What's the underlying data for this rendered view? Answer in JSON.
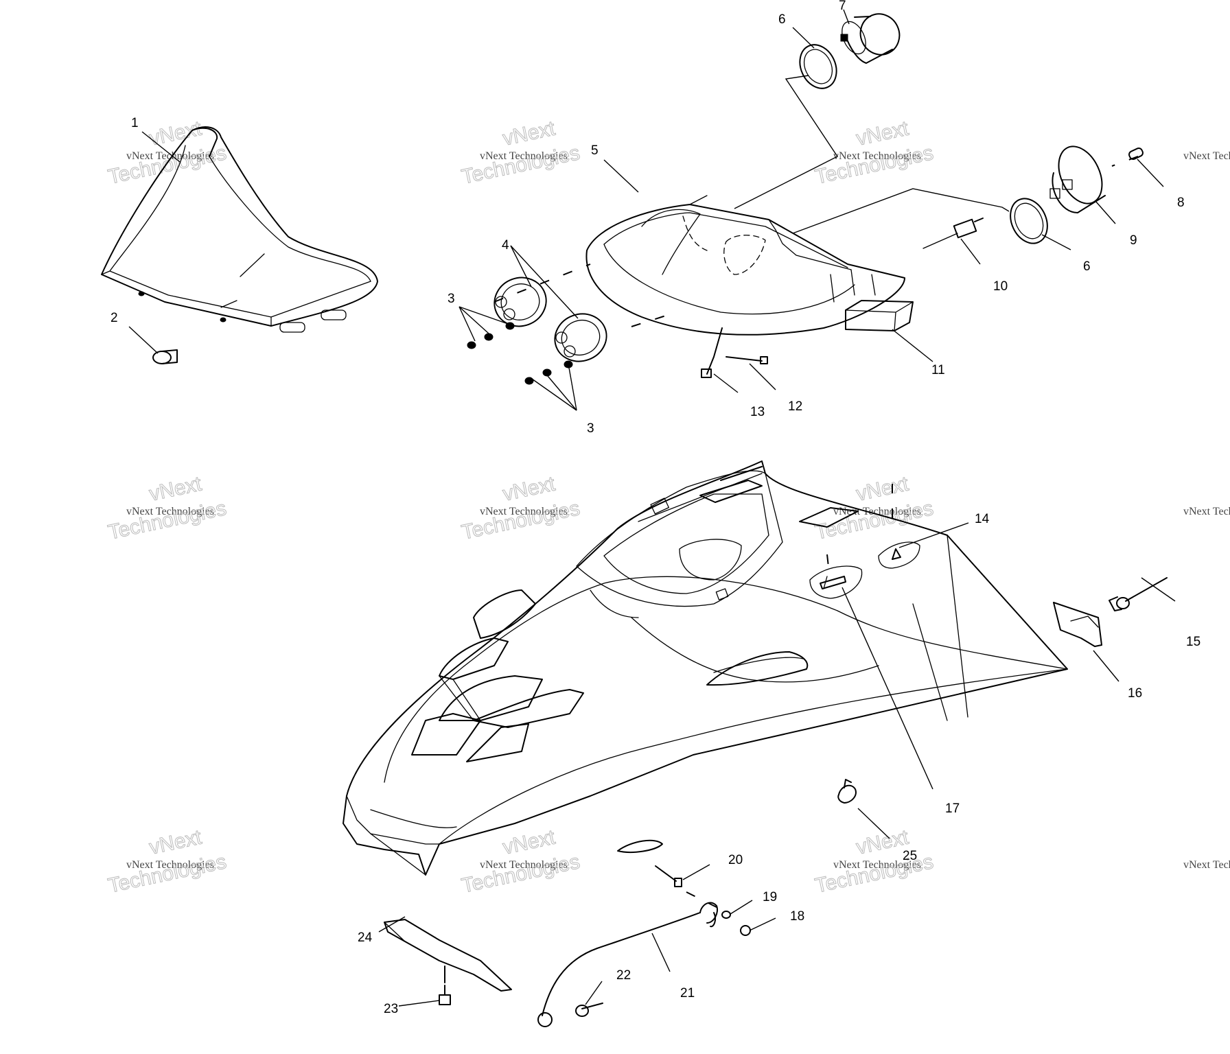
{
  "watermark": {
    "line1": "vNext",
    "line2": "vNext Technologies",
    "line3": "Technologies"
  },
  "callouts": [
    "1",
    "2",
    "3",
    "3",
    "4",
    "5",
    "6",
    "6",
    "7",
    "8",
    "9",
    "10",
    "11",
    "12",
    "13",
    "14",
    "15",
    "16",
    "17",
    "18",
    "19",
    "20",
    "21",
    "22",
    "23",
    "24",
    "25"
  ]
}
